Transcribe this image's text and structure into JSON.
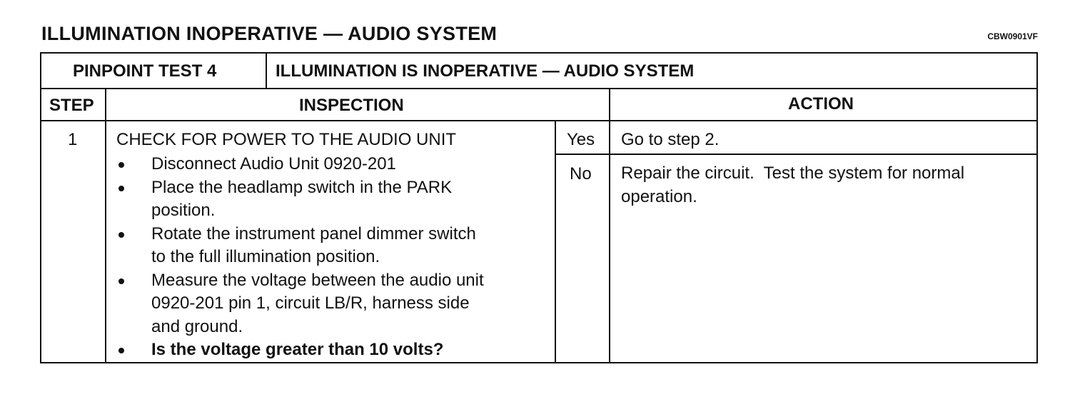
{
  "doc": {
    "title": "ILLUMINATION INOPERATIVE — AUDIO SYSTEM",
    "code": "CBW0901VF"
  },
  "table": {
    "test_label": "PINPOINT TEST 4",
    "test_title": "ILLUMINATION IS INOPERATIVE — AUDIO SYSTEM",
    "headers": {
      "step": "STEP",
      "inspection": "INSPECTION",
      "action": "ACTION"
    },
    "rows": [
      {
        "step": "1",
        "heading": "CHECK FOR POWER TO THE AUDIO UNIT",
        "bullets": [
          {
            "text": "Disconnect Audio Unit 0920-201",
            "bold": false
          },
          {
            "text": "Place the headlamp switch in the PARK\nposition.",
            "bold": false
          },
          {
            "text": "Rotate the instrument panel dimmer switch\nto the full illumination position.",
            "bold": false
          },
          {
            "text": "Measure the voltage between the audio unit\n0920-201 pin 1, circuit LB/R, harness side\nand ground.",
            "bold": false
          },
          {
            "text": "Is the voltage greater than 10 volts?",
            "bold": true
          }
        ],
        "answers": [
          {
            "answer": "Yes",
            "action": "Go to step 2."
          },
          {
            "answer": "No",
            "action": "Repair the circuit.  Test the system for normal\noperation."
          }
        ]
      }
    ]
  }
}
